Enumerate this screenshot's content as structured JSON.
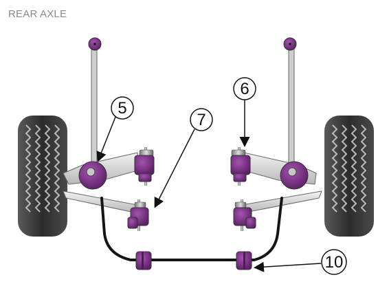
{
  "title": "REAR AXLE",
  "callouts": [
    {
      "id": "callout-5",
      "label": "5"
    },
    {
      "id": "callout-6",
      "label": "6"
    },
    {
      "id": "callout-7",
      "label": "7"
    },
    {
      "id": "callout-10",
      "label": "10"
    }
  ],
  "colors": {
    "bush_purple": "#7a2f86",
    "bush_purple_dark": "#4e1b57",
    "tyre_dark": "#3a3a3a",
    "arm_grey": "#d0d0d0",
    "outline": "#555555"
  }
}
